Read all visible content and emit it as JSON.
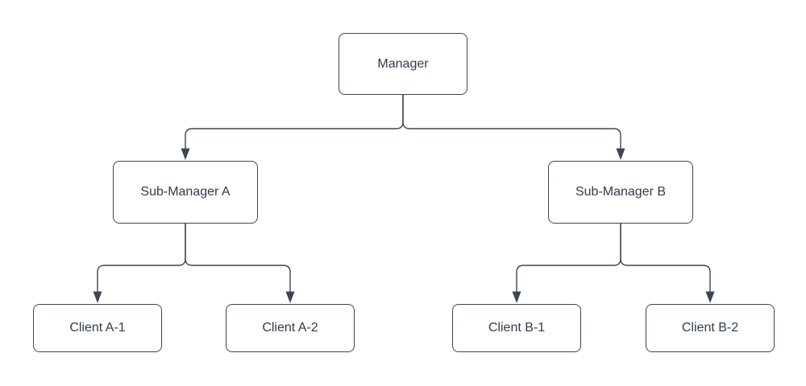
{
  "diagram": {
    "type": "org-chart-tree",
    "colors": {
      "line": "#3e4552",
      "text": "#333b49",
      "node_fill": "#ffffff",
      "background": "#ffffff"
    },
    "nodes": {
      "manager": {
        "label": "Manager"
      },
      "sub_a": {
        "label": "Sub-Manager A"
      },
      "sub_b": {
        "label": "Sub-Manager B"
      },
      "client_a1": {
        "label": "Client A-1"
      },
      "client_a2": {
        "label": "Client A-2"
      },
      "client_b1": {
        "label": "Client B-1"
      },
      "client_b2": {
        "label": "Client B-2"
      }
    },
    "edges": [
      {
        "from": "Manager",
        "to": "Sub-Manager A",
        "arrow": "filled-triangle-down"
      },
      {
        "from": "Manager",
        "to": "Sub-Manager B",
        "arrow": "filled-triangle-down"
      },
      {
        "from": "Sub-Manager A",
        "to": "Client A-1",
        "arrow": "filled-triangle-down"
      },
      {
        "from": "Sub-Manager A",
        "to": "Client A-2",
        "arrow": "filled-triangle-down"
      },
      {
        "from": "Sub-Manager B",
        "to": "Client B-1",
        "arrow": "filled-triangle-down"
      },
      {
        "from": "Sub-Manager B",
        "to": "Client B-2",
        "arrow": "filled-triangle-down"
      }
    ]
  }
}
